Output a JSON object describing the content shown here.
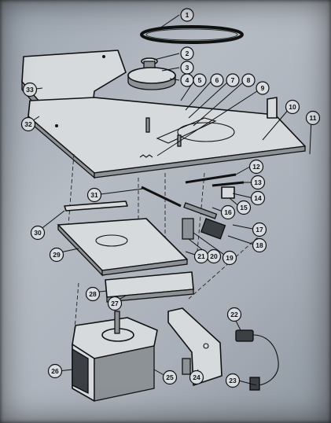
{
  "diagram": {
    "callouts": [
      {
        "id": "c1",
        "label": "1"
      },
      {
        "id": "c2",
        "label": "2"
      },
      {
        "id": "c3",
        "label": "3"
      },
      {
        "id": "c4",
        "label": "4"
      },
      {
        "id": "c5",
        "label": "5"
      },
      {
        "id": "c6",
        "label": "6"
      },
      {
        "id": "c7",
        "label": "7"
      },
      {
        "id": "c8",
        "label": "8"
      },
      {
        "id": "c9",
        "label": "9"
      },
      {
        "id": "c10",
        "label": "10"
      },
      {
        "id": "c11",
        "label": "11"
      },
      {
        "id": "c12",
        "label": "12"
      },
      {
        "id": "c13",
        "label": "13"
      },
      {
        "id": "c14",
        "label": "14"
      },
      {
        "id": "c15",
        "label": "15"
      },
      {
        "id": "c16",
        "label": "16"
      },
      {
        "id": "c17",
        "label": "17"
      },
      {
        "id": "c18",
        "label": "18"
      },
      {
        "id": "c19",
        "label": "19"
      },
      {
        "id": "c20",
        "label": "20"
      },
      {
        "id": "c21",
        "label": "21"
      },
      {
        "id": "c22",
        "label": "22"
      },
      {
        "id": "c23",
        "label": "23"
      },
      {
        "id": "c24",
        "label": "24"
      },
      {
        "id": "c25",
        "label": "25"
      },
      {
        "id": "c26",
        "label": "26"
      },
      {
        "id": "c27",
        "label": "27"
      },
      {
        "id": "c28",
        "label": "28"
      },
      {
        "id": "c29",
        "label": "29"
      },
      {
        "id": "c30",
        "label": "30"
      },
      {
        "id": "c31",
        "label": "31"
      },
      {
        "id": "c32",
        "label": "32"
      },
      {
        "id": "c33",
        "label": "33"
      }
    ]
  }
}
